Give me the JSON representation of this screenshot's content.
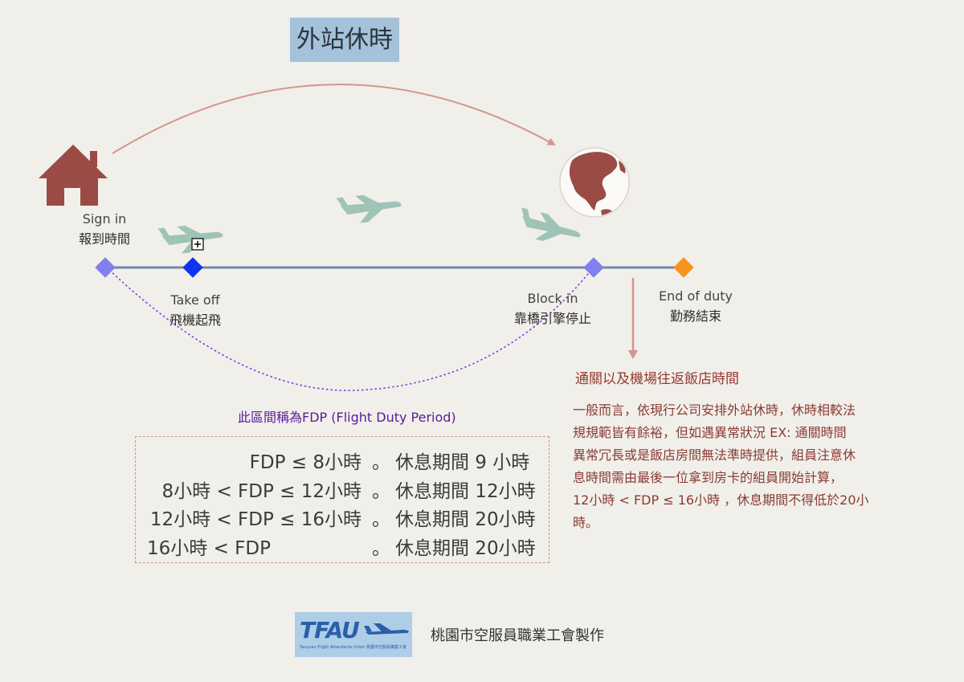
{
  "title": "外站休時",
  "milestones": {
    "sign_in": {
      "en": "Sign in",
      "zh": "報到時間"
    },
    "take_off": {
      "en": "Take off",
      "zh": "飛機起飛"
    },
    "block_in": {
      "en": "Block in",
      "zh": "靠橋引擎停止"
    },
    "end_of_duty": {
      "en": "End of duty",
      "zh": "勤務結束"
    }
  },
  "fdp_caption": "此區間稱為FDP (Flight Duty Period)",
  "rules": [
    {
      "condition": "FDP ≤   8小時",
      "dot": "。",
      "rest": "休息期間 9  小時"
    },
    {
      "condition": "8小時 < FDP ≤ 12小時",
      "dot": "。",
      "rest": "休息期間 12小時"
    },
    {
      "condition": "12小時 < FDP ≤ 16小時",
      "dot": "。",
      "rest": "休息期間 20小時"
    },
    {
      "condition": "16小時 < FDP",
      "dot": "。",
      "rest": "休息期間 20小時"
    }
  ],
  "note": {
    "title": "通關以及機場往返飯店時間",
    "lines": [
      "一般而言，依現行公司安排外站休時，休時相較法",
      "規規範皆有餘裕，但如遇異常狀況 EX: 通關時間",
      "異常冗長或是飯店房間無法準時提供，組員注意休",
      "息時間需由最後一位拿到房卡的組員開始計算，",
      "12小時 < FDP ≤ 16小時 ，休息期間不得低於20小",
      "時。"
    ]
  },
  "logo": {
    "text": "TFAU",
    "subtitle": "Taoyuan Flight Attendants Union 桃園市空服員職業工會"
  },
  "credit": "桃園市空服員職業工會製作",
  "colors": {
    "background": "#f1efea",
    "title_bg": "#a4c2d9",
    "house": "#9a4b45",
    "plane": "#9fc3b7",
    "timeline": "#6e8aa6",
    "marker_light": "#8080ee",
    "marker_dark": "#1034ee",
    "marker_end": "#f7941d",
    "arc": "#d4968c",
    "fdp_arc": "#7b3fe4",
    "note_text": "#8a3b34"
  },
  "icons": [
    "house-icon",
    "globe-icon",
    "airplane-icon",
    "expand-icon",
    "down-arrow-icon"
  ]
}
